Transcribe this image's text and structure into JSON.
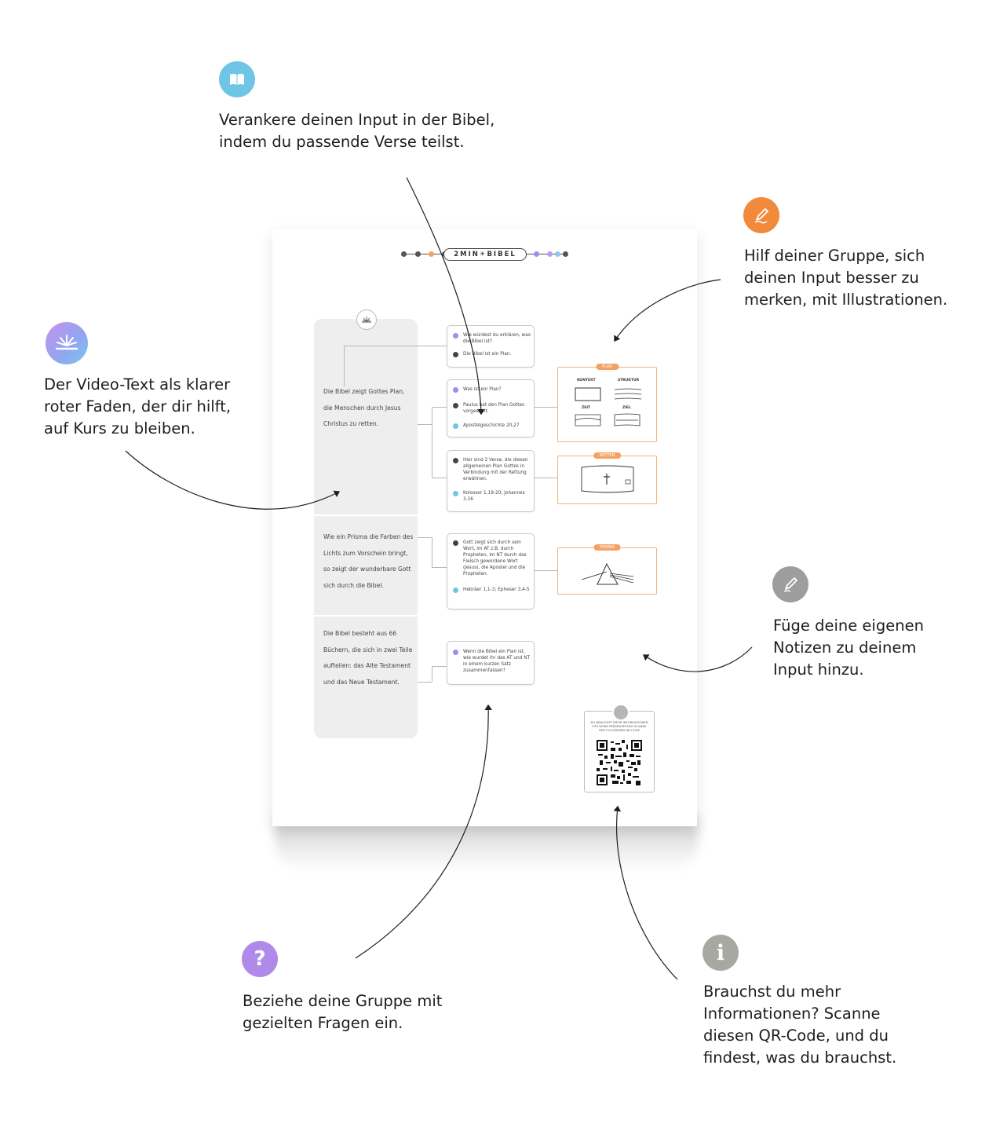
{
  "callouts": {
    "bible": {
      "icon": "open-book-icon",
      "color": "#6fc5e6",
      "lines": [
        "Verankere deinen Input in der Bibel,",
        "indem du passende Verse teilst."
      ]
    },
    "illustrations": {
      "icon": "pencil-icon",
      "color": "#f28a3c",
      "lines": [
        "Hilf deiner Gruppe, sich",
        "deinen Input besser zu",
        "merken, mit Illustrationen."
      ]
    },
    "video_text": {
      "icon": "sunrise-logo-icon",
      "color": "#a58bef",
      "lines": [
        "Der Video-Text als klarer",
        "roter Faden, der dir hilft,",
        "auf Kurs zu bleiben."
      ]
    },
    "notes": {
      "icon": "pen-icon",
      "color": "#9d9d9d",
      "lines": [
        "Füge deine eigenen",
        "Notizen zu deinem",
        "Input hinzu."
      ]
    },
    "questions": {
      "icon": "question-icon",
      "symbol": "?",
      "color": "#b08aea",
      "lines": [
        "Beziehe deine Gruppe mit",
        "gezielten Fragen ein."
      ]
    },
    "info": {
      "icon": "info-icon",
      "symbol": "i",
      "color": "#a8a8a3",
      "lines": [
        "Brauchst du mehr",
        "Informationen? Scanne",
        "diesen QR-Code, und du",
        "findest, was du brauchst."
      ]
    }
  },
  "sheet": {
    "logo": "2MIN☀BIBEL",
    "dot_colors": [
      "#555555",
      "#555555",
      "#f2a263",
      "#555555",
      "#a58bef",
      "#b7a2f0",
      "#8fc7e8",
      "#555555"
    ],
    "panel_texts": [
      "Die Bibel zeigt Gottes Plan, die Menschen durch Jesus Christus zu retten.",
      "Wie ein Prisma die Farben des Lichts zum Vorschein bringt, so zeigt der wunderbare Gott sich durch die Bibel.",
      "Die Bibel besteht aus 66 Büchern, die sich in zwei Teile aufteilen: das Alte Testament und das Neue Testament."
    ],
    "cards": [
      {
        "rows": [
          {
            "kind": "question",
            "text": "Wie würdest du erklären, was die Bibel ist?"
          },
          {
            "kind": "answer",
            "text": "Die Bibel ist ein Plan."
          }
        ]
      },
      {
        "rows": [
          {
            "kind": "question",
            "text": "Was ist ein Plan?"
          },
          {
            "kind": "answer",
            "text": "Paulus hat den Plan Gottes vorgestellt."
          },
          {
            "kind": "verse",
            "text": "Apostelgeschichte 20,27"
          }
        ]
      },
      {
        "rows": [
          {
            "kind": "answer",
            "text": "Hier sind 2 Verse, die diesen allgemeinen Plan Gottes in Verbindung mit der Rettung erwähnen."
          },
          {
            "kind": "verse",
            "text": "Kolosser 1,19-20; Johannes 3,16"
          }
        ]
      },
      {
        "rows": [
          {
            "kind": "answer",
            "text": "Gott zeigt sich durch sein Wort, im AT z.B. durch Propheten, im NT durch das Fleisch gewordene Wort (Jesus), die Apostel und die Propheten."
          },
          {
            "kind": "verse",
            "text": "Hebräer 1,1-3; Epheser 3,4-5"
          }
        ]
      },
      {
        "rows": [
          {
            "kind": "question",
            "text": "Wenn die Bibel ein Plan ist, wie wurdet ihr das AT und NT in einem kurzen Satz zusammenfassen?"
          }
        ]
      }
    ],
    "illustrations": [
      {
        "tag": "PLAN",
        "labels": [
          "KONTEXT",
          "STRUKTUR",
          "ZEIT",
          "ZIEL"
        ]
      },
      {
        "tag": "RETTEN"
      },
      {
        "tag": "PRISMA"
      }
    ],
    "qr_text": "DU BRAUCHST MEHR INFORMATIONEN FÜR DEINE PRÄSENTATION? SCANNE DEN FOLGENDEN QR-CODE"
  },
  "colors": {
    "question": "#a58bef",
    "answer": "#444444",
    "verse": "#6fc5e6",
    "illustration_border": "#f2b27a",
    "illustration_tag": "#f3a264"
  }
}
